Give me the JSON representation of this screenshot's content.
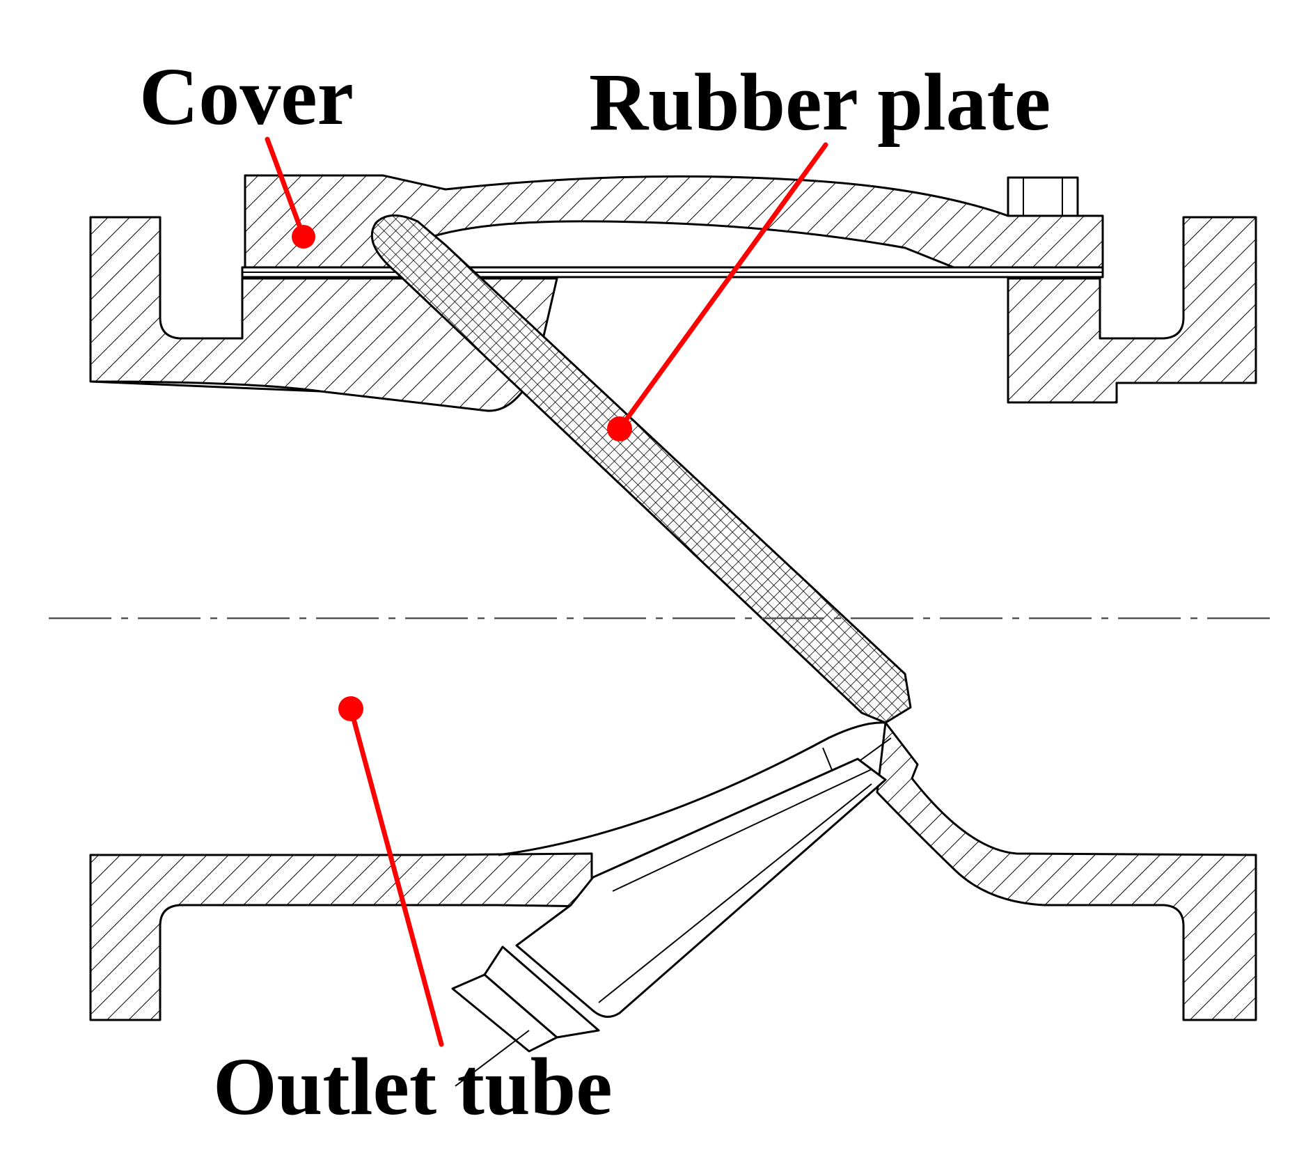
{
  "labels": {
    "cover": "Cover",
    "rubber_plate": "Rubber plate",
    "outlet_tube": "Outlet tube"
  },
  "colors": {
    "leader": "#ff0000",
    "outline": "#000000",
    "background": "#ffffff"
  }
}
